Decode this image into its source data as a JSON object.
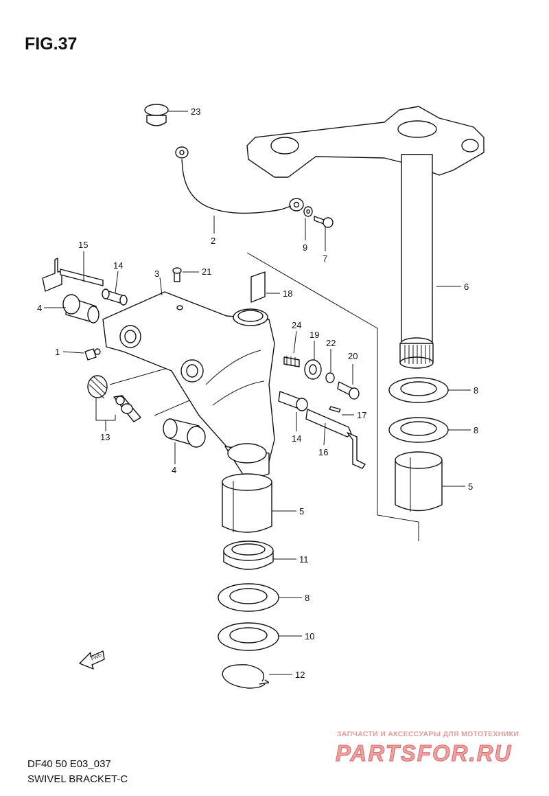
{
  "figure": {
    "title": "FIG.37",
    "code": "DF40 50 E03_037",
    "name": "SWIVEL BRACKET-C"
  },
  "callouts": [
    "23",
    "2",
    "9",
    "7",
    "15",
    "14",
    "3",
    "21",
    "18",
    "4",
    "6",
    "24",
    "19",
    "22",
    "20",
    "1",
    "8",
    "8",
    "13",
    "14",
    "17",
    "16",
    "4",
    "5",
    "5",
    "11",
    "8",
    "10",
    "12"
  ],
  "fwd_arrow": "FWD",
  "watermark": {
    "tagline": "ЗАПЧАСТИ И АКСЕССУАРЫ ДЛЯ МОТОТЕХНИКИ",
    "logo": "PARTSFOR.RU"
  }
}
